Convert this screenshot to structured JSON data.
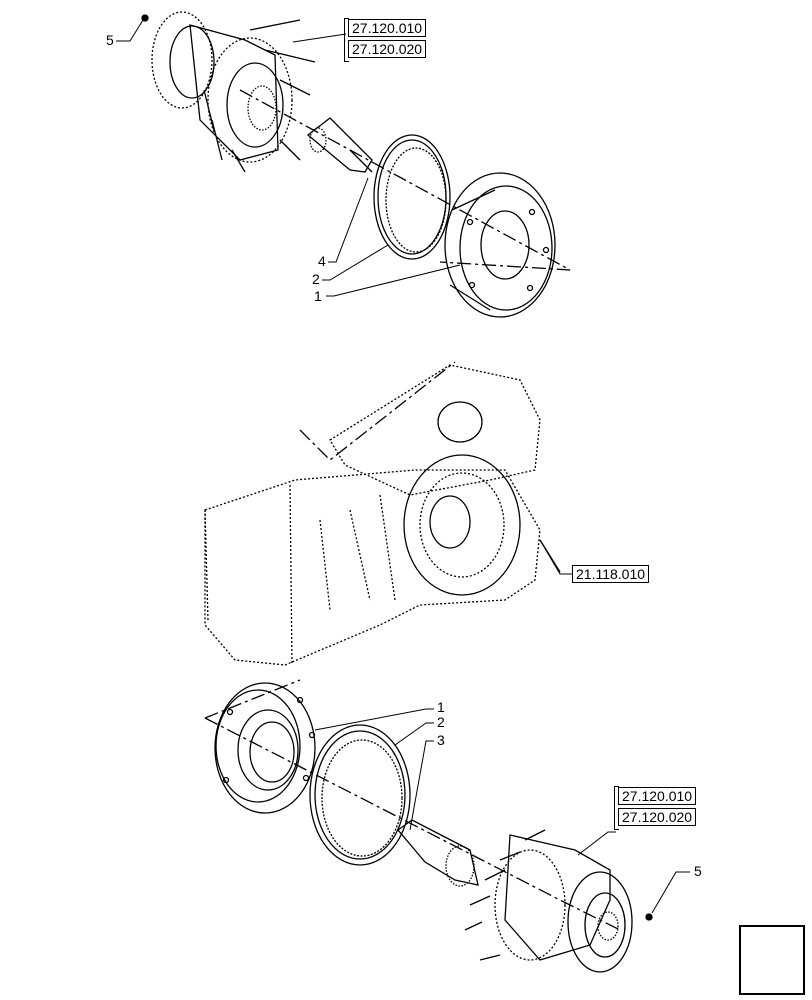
{
  "references": {
    "top_a": "27.120.010",
    "top_b": "27.120.020",
    "middle": "21.118.010",
    "bottom_a": "27.120.010",
    "bottom_b": "27.120.020"
  },
  "callouts": {
    "top_5": "5",
    "top_4": "4",
    "top_2": "2",
    "top_1": "1",
    "bottom_1": "1",
    "bottom_2": "2",
    "bottom_3": "3",
    "bottom_5": "5"
  },
  "navigation": {
    "icon": "arrow-icon"
  }
}
